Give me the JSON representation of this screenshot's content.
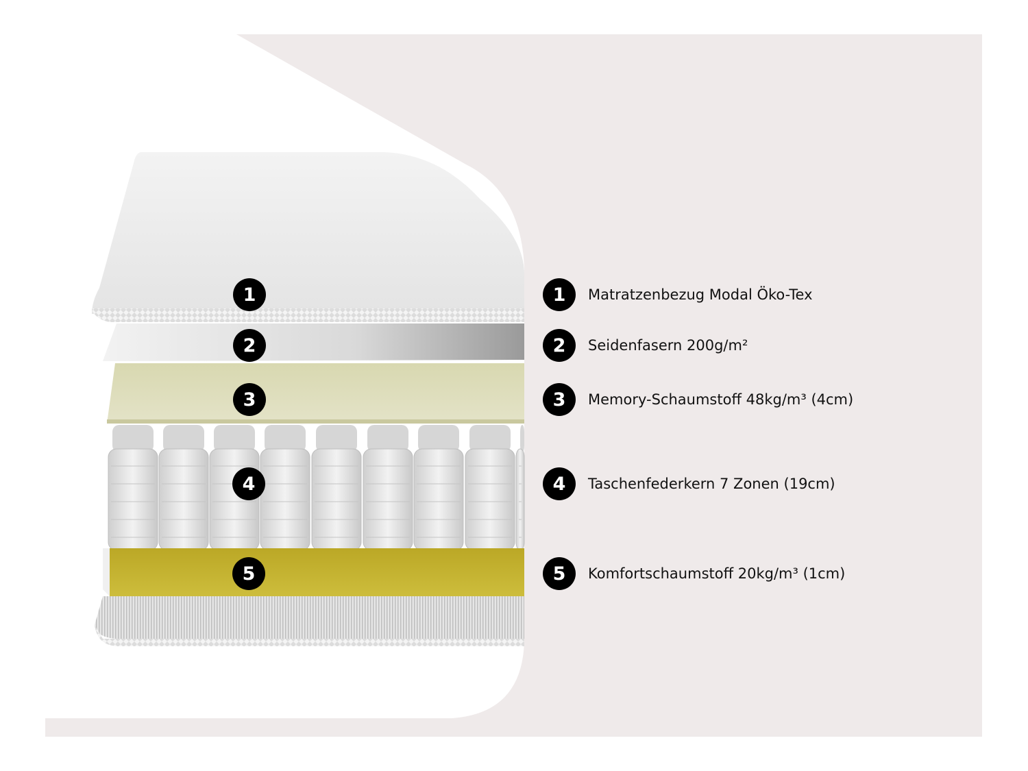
{
  "colors": {
    "panel": "#efeaea",
    "cover": "#ededed",
    "silk": "#e6e6e6",
    "memory_foam": "#ddddb8",
    "springs": "#dcdcdc",
    "comfort_foam": "#c5b42c",
    "base": "#e4e4e4",
    "badge": "#000000"
  },
  "layers": [
    {
      "number": "1",
      "label": "Matratzenbezug Modal Öko-Tex"
    },
    {
      "number": "2",
      "label": "Seidenfasern 200g/m²"
    },
    {
      "number": "3",
      "label": "Memory-Schaumstoff 48kg/m³ (4cm)"
    },
    {
      "number": "4",
      "label": "Taschenfederkern 7 Zonen (19cm)"
    },
    {
      "number": "5",
      "label": "Komfortschaumstoff 20kg/m³ (1cm)"
    }
  ]
}
